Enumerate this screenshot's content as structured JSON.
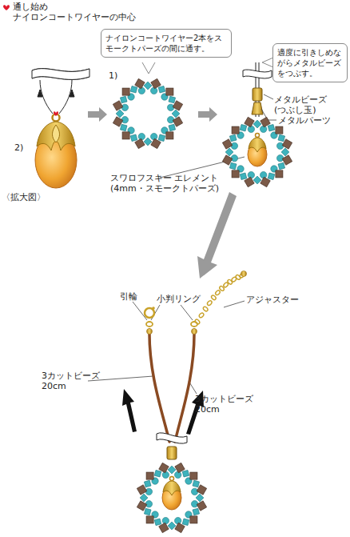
{
  "diagram": {
    "nodes": [
      {
        "text": [
          "ナイロンコートワイヤー2本をスモークトパーズの間に通す。"
        ]
      },
      {
        "text": [
          "適度に引きしめながらメタルビーズをつぶす。"
        ]
      }
    ],
    "labels": [
      "通し始め",
      "ナイロンコートワイヤーの中心",
      "2)",
      "〈拡大図〉",
      "1)",
      "メタルビーズ (つぶし玉)",
      "メタルパーツ",
      "スワロフスキー エレメント (4mm・スモークトパーズ)",
      "引輪",
      "小判リング",
      "アジャスター",
      "3カットビーズ 20cm",
      "3カットビーズ 20cm"
    ]
  }
}
